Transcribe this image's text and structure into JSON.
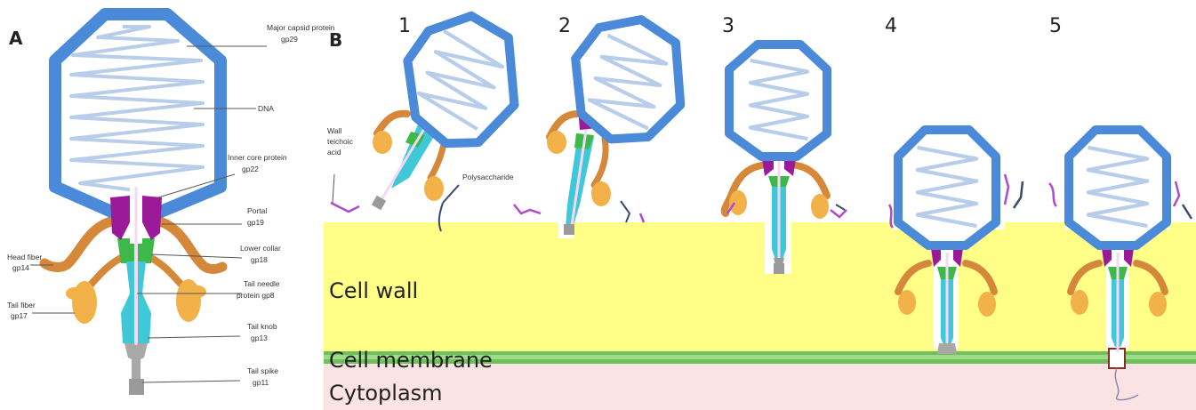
{
  "panels": {
    "a": "A",
    "b": "B"
  },
  "steps": [
    "1",
    "2",
    "3",
    "4",
    "5"
  ],
  "labels_a": {
    "major_capsid": [
      "Major capsid protein",
      "gp29"
    ],
    "dna": [
      "DNA"
    ],
    "inner_core": [
      "Inner core protein",
      "gp22"
    ],
    "portal": [
      "Portal",
      "gp19"
    ],
    "lower_collar": [
      "Lower collar",
      "gp18"
    ],
    "tail_needle": [
      "Tail needle",
      "protein gp8"
    ],
    "tail_knob": [
      "Tail knob",
      "gp13"
    ],
    "tail_spike": [
      "Tail spike",
      "gp11"
    ],
    "head_fiber": [
      "Head fiber",
      "gp14"
    ],
    "tail_fiber": [
      "Tail fiber",
      "gp17"
    ]
  },
  "labels_b": {
    "wall_teichoic": [
      "Wall",
      "teichoic",
      "acid"
    ],
    "polysaccharide": "Polysaccharide",
    "cell_wall": "Cell wall",
    "cell_membrane": "Cell membrane",
    "cytoplasm": "Cytoplasm"
  },
  "colors": {
    "capsid": "#4a8ad8",
    "dna": "#b7cdea",
    "portal": "#9a1a9a",
    "collar": "#3fb84a",
    "fiber": "#d6883a",
    "fiber_knob": "#f3b14a",
    "tail_tube": "#3ec8d8",
    "spike": "#9a9a9a",
    "cell_wall": "#ffff88",
    "membrane": "#6fbf5a",
    "cytoplasm": "#fbe3e3",
    "teichoic": "#b04ac8",
    "polysaccharide": "#3a4a6a"
  }
}
